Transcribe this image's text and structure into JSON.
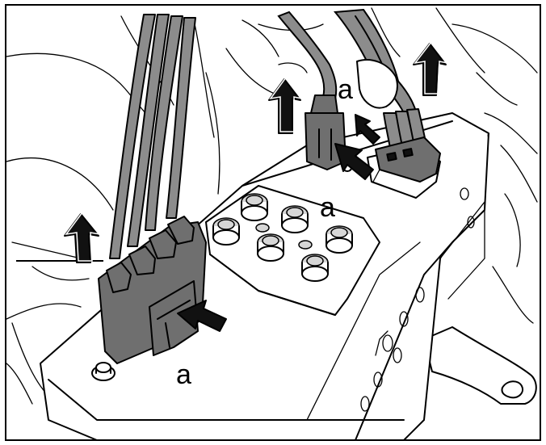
{
  "callouts": [
    {
      "id": "a1",
      "text": "a"
    },
    {
      "id": "a2",
      "text": "a"
    },
    {
      "id": "a3",
      "text": "a"
    }
  ],
  "colors": {
    "line": "#000000",
    "background": "#ffffff",
    "connector": "#8c8c8c"
  }
}
